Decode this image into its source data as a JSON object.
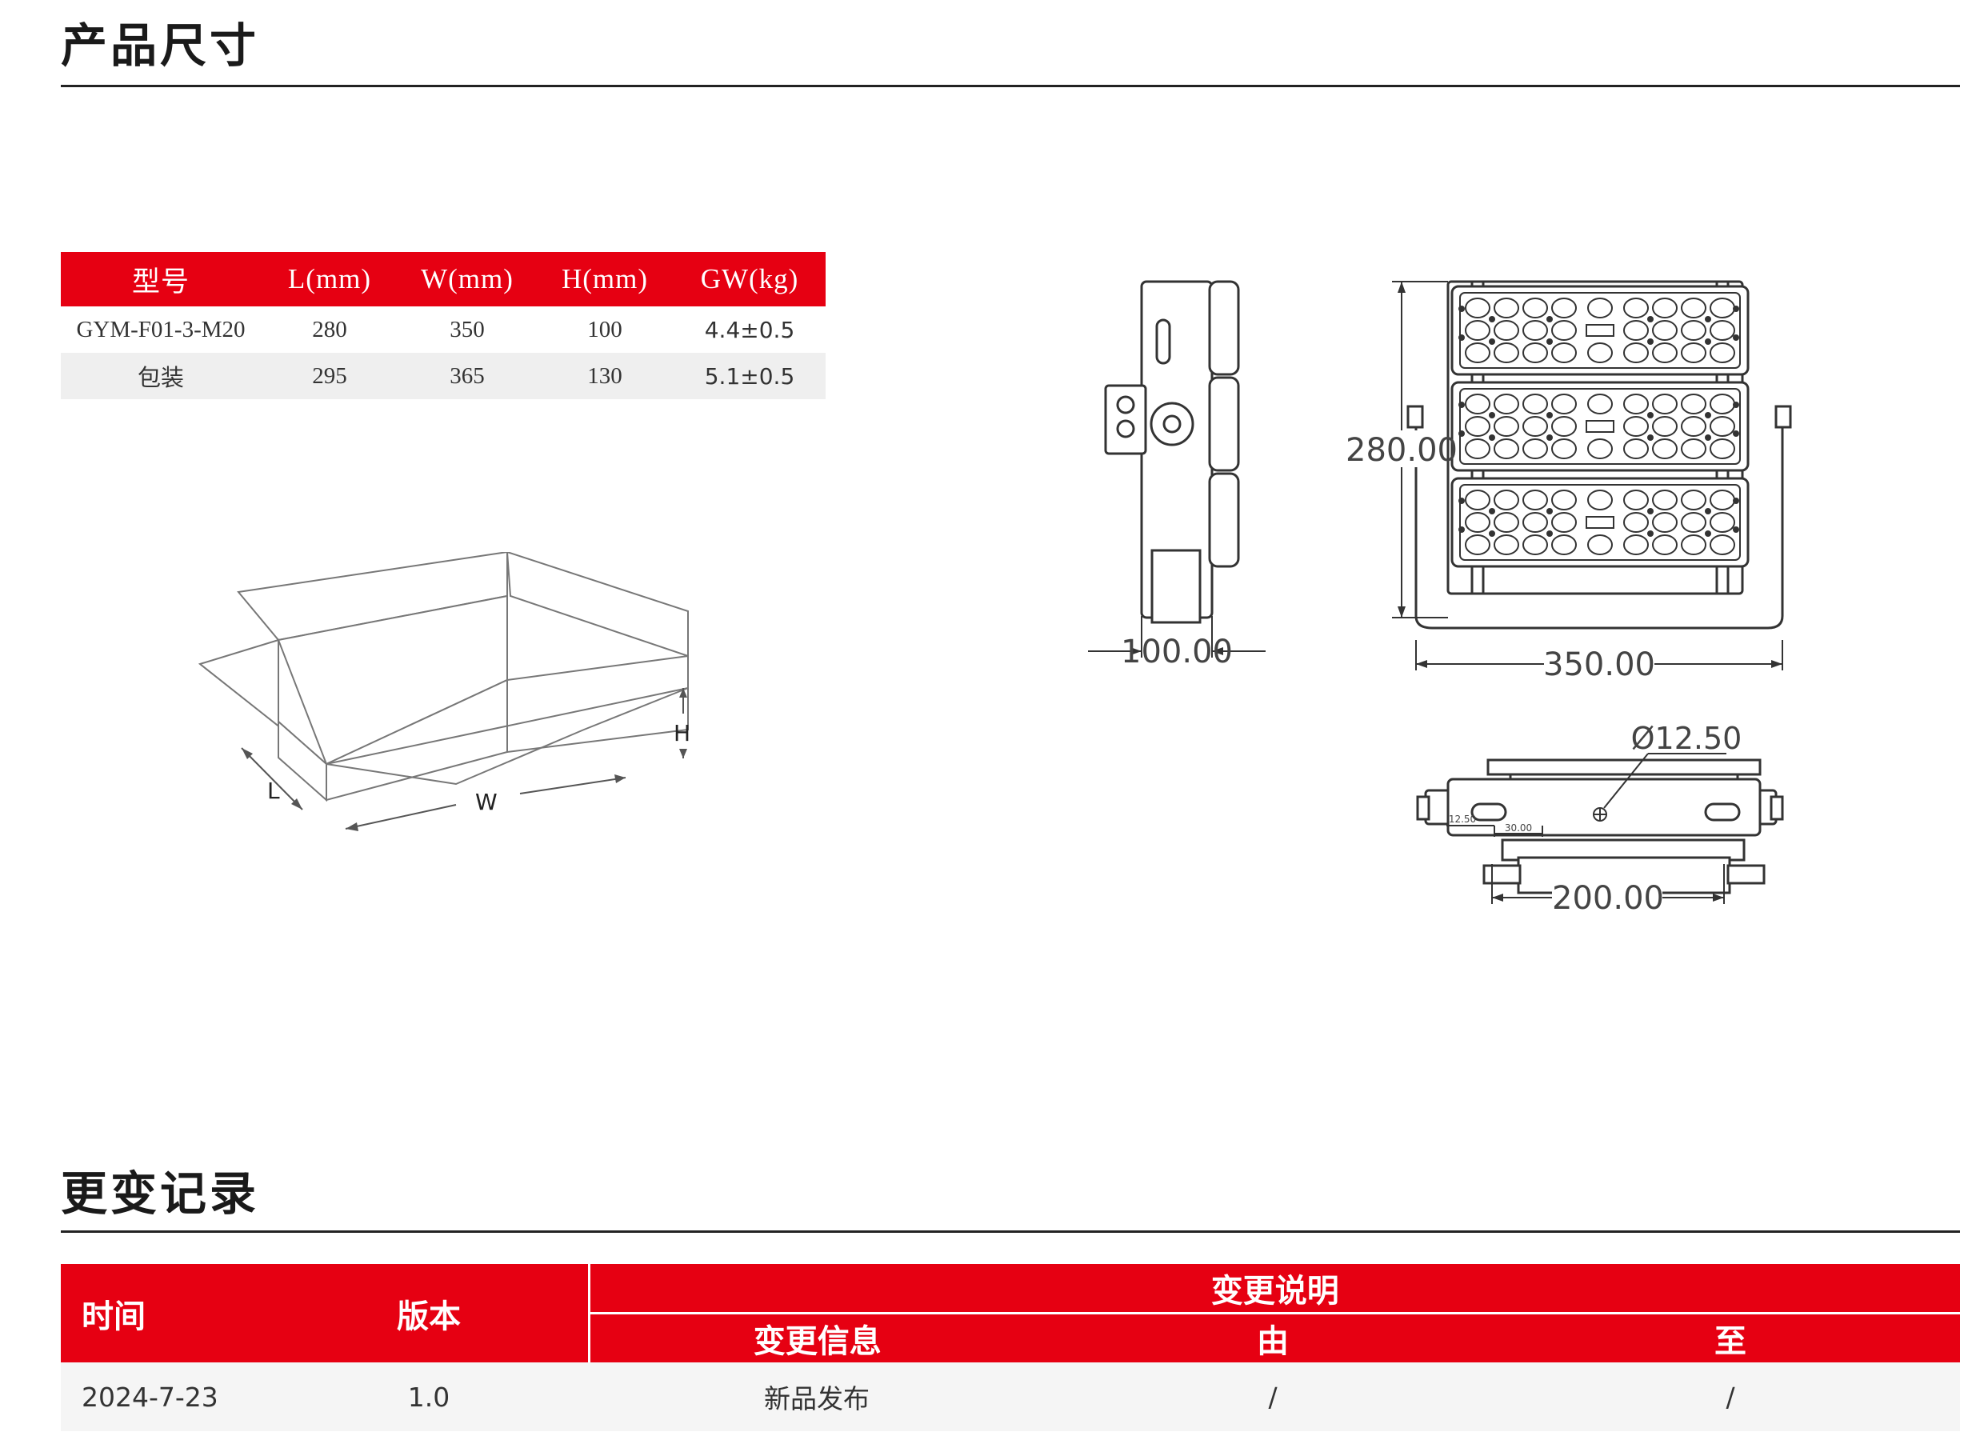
{
  "section1": {
    "title": "产品尺寸"
  },
  "spec_table": {
    "headers": [
      "型号",
      "L(mm)",
      "W(mm)",
      "H(mm)",
      "GW(kg)"
    ],
    "rows": [
      [
        "GYM-F01-3-M20",
        "280",
        "350",
        "100",
        "4.4±0.5"
      ],
      [
        "包装",
        "295",
        "365",
        "130",
        "5.1±0.5"
      ]
    ]
  },
  "box_diagram": {
    "label_l": "L",
    "label_w": "W",
    "label_h": "H"
  },
  "dimensions": {
    "side_depth": "100.00",
    "front_height": "280.00",
    "front_width": "350.00",
    "hole_diameter": "Ø12.50",
    "hole_offset": "12.50",
    "hole_spacing": "30.00",
    "bracket_width": "200.00"
  },
  "section2": {
    "title": "更变记录"
  },
  "change_log": {
    "col_time": "时间",
    "col_version": "版本",
    "col_desc": "变更说明",
    "sub_info": "变更信息",
    "sub_from": "由",
    "sub_to": "至",
    "rows": [
      {
        "time": "2024-7-23",
        "version": "1.0",
        "info": "新品发布",
        "from": "/",
        "to": "/"
      }
    ]
  },
  "colors": {
    "accent": "#e60012",
    "text": "#2a2a2a",
    "row_alt": "#efefef"
  }
}
